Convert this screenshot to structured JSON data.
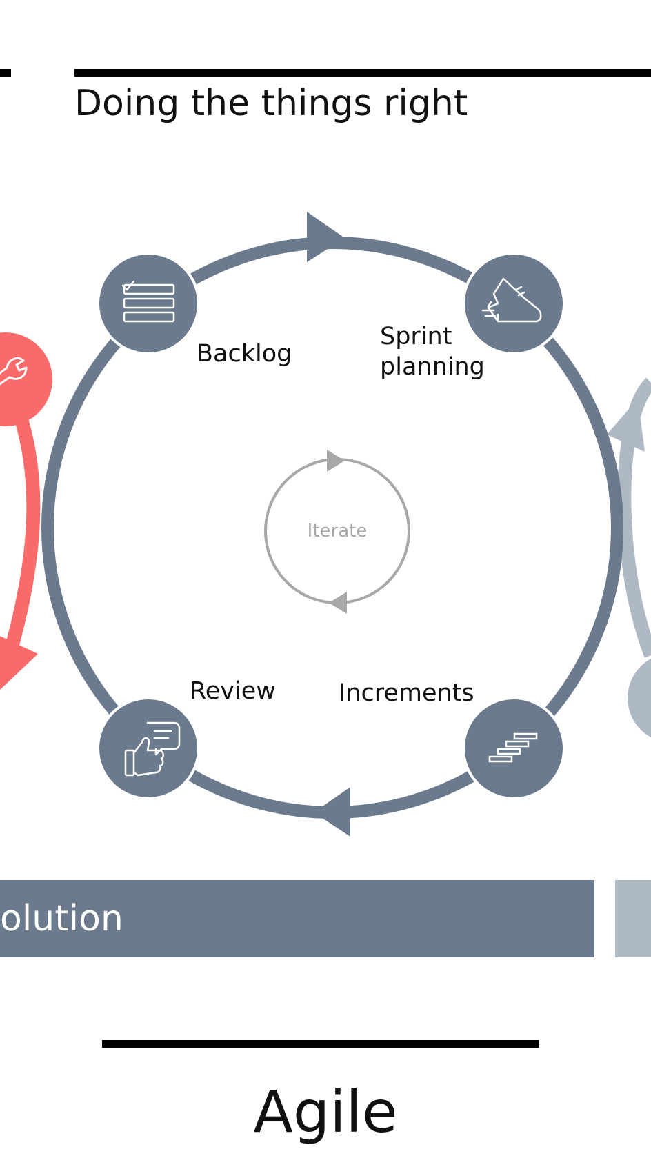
{
  "header": {
    "title": "Doing the things right"
  },
  "cycle": {
    "center_label": "Iterate",
    "steps": [
      {
        "label": "Backlog",
        "icon": "checklist-icon"
      },
      {
        "label": "Sprint\nplanning",
        "icon": "running-shoe-icon"
      },
      {
        "label": "Increments",
        "icon": "stairs-icon"
      },
      {
        "label": "Review",
        "icon": "thumbs-up-chat-icon"
      }
    ]
  },
  "left_cycle": {
    "icon": "wrench-icon"
  },
  "band": {
    "label": "olution"
  },
  "footer": {
    "title": "Agile"
  },
  "colors": {
    "primary_slate": "#6b7a8d",
    "light_slate": "#aeb9c4",
    "coral": "#f96b6b",
    "iterate_grey": "#a8a8a8",
    "text": "#111111"
  }
}
